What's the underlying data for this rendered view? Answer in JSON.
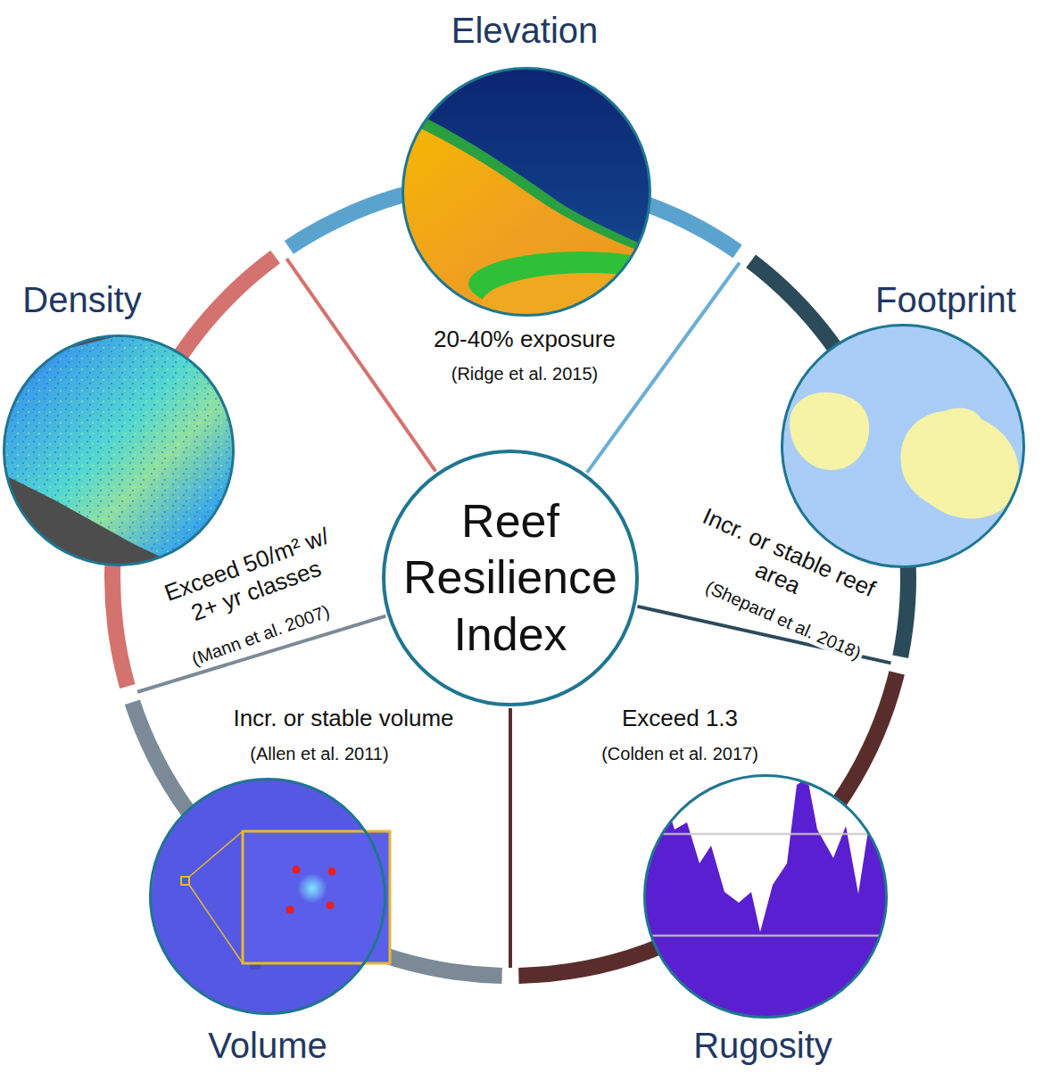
{
  "diagram": {
    "nodes": [
      {
        "text": [
          "Elevation"
        ]
      },
      {
        "text": [
          "Density"
        ]
      },
      {
        "text": [
          "Footprint"
        ]
      },
      {
        "text": [
          "Reef Resilience Index"
        ]
      },
      {
        "text": [
          "Volume"
        ]
      },
      {
        "text": [
          "Rugosity"
        ]
      }
    ],
    "labels": [
      "20-40% exposure",
      "(Ridge et al. 2015)",
      "Exceed 50/m² w/ 2+ yr classes",
      "(Mann et al. 2007)",
      "Incr. or stable reef area",
      "(Shepard et al. 2018)",
      "Incr. or stable volume",
      "(Allen et al. 2011)",
      "Exceed 1.3",
      "(Colden et al. 2017)"
    ]
  }
}
